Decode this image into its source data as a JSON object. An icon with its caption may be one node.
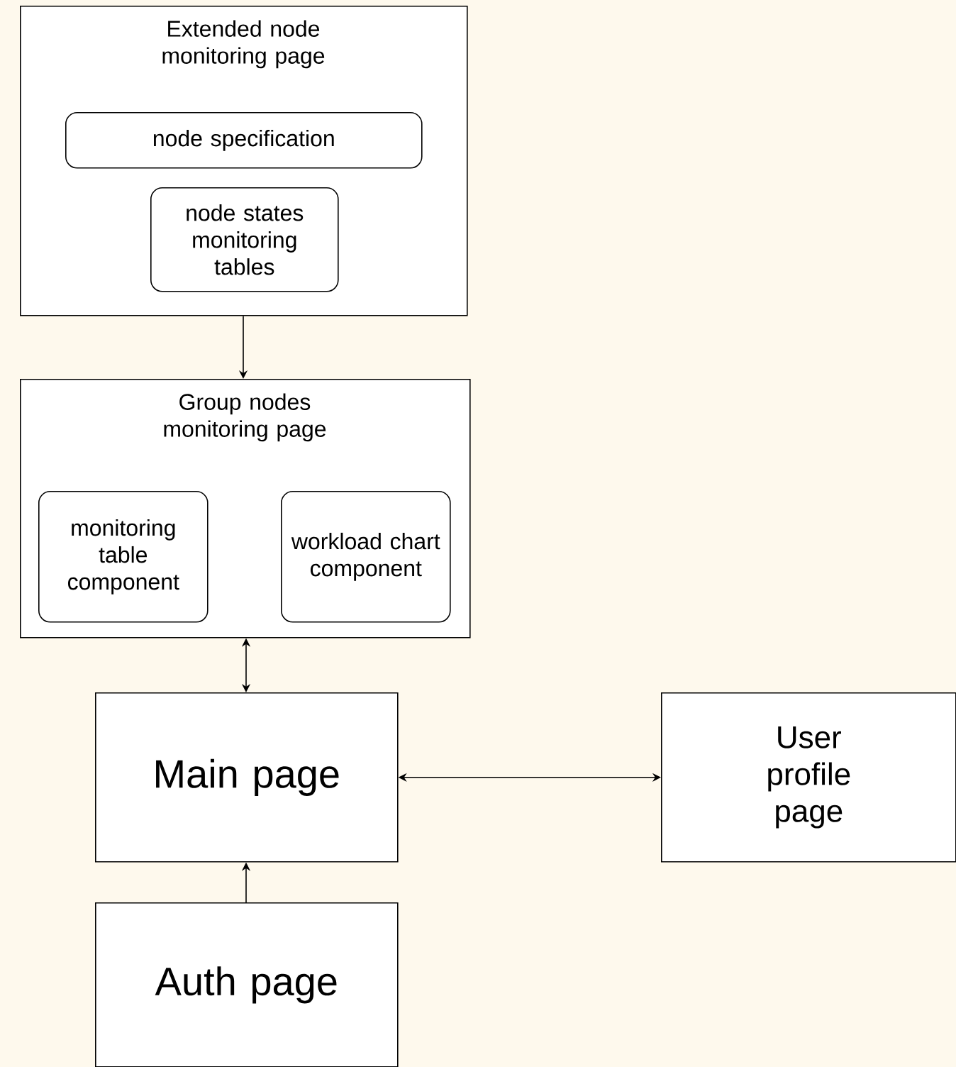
{
  "diagram": {
    "nodes": [
      {
        "text": [
          "Extended node monitoring page"
        ]
      },
      {
        "text": [
          "node specification"
        ],
        "in": 0
      },
      {
        "text": [
          "node states monitoring tables"
        ],
        "in": 0
      },
      {
        "text": [
          "Group nodes monitoring page"
        ]
      },
      {
        "text": [
          "monitoring table component"
        ],
        "in": 3
      },
      {
        "text": [
          "workload chart component"
        ],
        "in": 3
      },
      {
        "text": [
          "Main page"
        ]
      },
      {
        "text": [
          "User profile page"
        ]
      },
      {
        "text": [
          "Auth page"
        ]
      }
    ],
    "edges": [
      {
        "from": 0,
        "to": 3,
        "arrow": "to"
      },
      {
        "from": 3,
        "to": 6,
        "arrow": "both"
      },
      {
        "from": 6,
        "to": 7,
        "arrow": "both"
      },
      {
        "from": 8,
        "to": 6,
        "arrow": "to"
      }
    ]
  }
}
